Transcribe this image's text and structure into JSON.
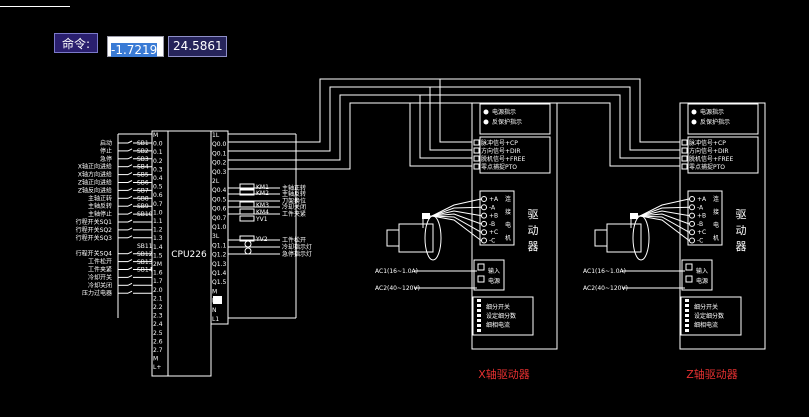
{
  "command_bar": {
    "label": "命令:",
    "x_value": "-1.7219",
    "y_value": "24.5861"
  },
  "plc": {
    "model": "CPU226",
    "left_pins": [
      "M",
      "0.0",
      "0.1",
      "0.2",
      "0.3",
      "0.4",
      "0.5",
      "0.6",
      "0.7",
      "1.0",
      "1.1",
      "1.2",
      "1.3",
      "1.4",
      "1.5",
      "2M",
      "1.6",
      "1.7",
      "2.0",
      "2.1",
      "2.2",
      "2.3",
      "2.4",
      "2.5",
      "2.6",
      "2.7",
      "M",
      "L+"
    ],
    "right_pins": [
      "1L",
      "Q0.0",
      "Q0.1",
      "Q0.2",
      "Q0.3",
      "2L",
      "Q0.4",
      "Q0.5",
      "Q0.6",
      "Q0.7",
      "Q1.0",
      "3L",
      "Q1.1",
      "Q1.2",
      "Q1.3",
      "Q1.4",
      "Q1.5",
      "M",
      "L+",
      "N",
      "L1"
    ]
  },
  "inputs": {
    "labels": [
      "启动",
      "停止",
      "急停",
      "X轴正向进给",
      "X轴方向进给",
      "Z轴正向进给",
      "Z轴反向进给",
      "主轴正转",
      "主轴反转",
      "主轴停止",
      "行程开关SQ1",
      "行程开关SQ2",
      "行程开关SQ3",
      "行程开关SQ4",
      "工件松开",
      "工件夹紧",
      "冷却开关",
      "冷却关闭",
      "压力过电器"
    ],
    "tags": [
      "SB1",
      "SB2",
      "SB3",
      "SB4",
      "SB5",
      "SB6",
      "SB7",
      "SB8",
      "SB9",
      "SB10",
      "SB11",
      "SB12",
      "SB13",
      "SB14"
    ]
  },
  "outputs": {
    "labels": [
      "主轴正转",
      "主轴反转",
      "刀架换位",
      "冷却关闭",
      "工件夹紧",
      "工件松开",
      "冷却指示灯",
      "急停指示灯"
    ],
    "tags": [
      "KM1",
      "KM2",
      "KM3",
      "KM4",
      "YV1",
      "YV2"
    ]
  },
  "drivers": [
    {
      "title": "X轴驱动器",
      "top_labels": [
        "电源指示",
        "反保护指示"
      ],
      "signals": [
        "脉冲信号+CP",
        "方向信号+DIR",
        "脱机信号+FREE",
        "零点捕捉PTO"
      ],
      "motor_terms": [
        "+A",
        "-A",
        "+B",
        "-B",
        "+C",
        "-C"
      ],
      "motor_label": [
        "连",
        "接",
        "电",
        "机"
      ],
      "side_label": [
        "驱",
        "动",
        "器"
      ],
      "ac1": "AC1(16~1.0A)",
      "ac2": "AC2(40~120V)",
      "power_label": [
        "输入",
        "电源"
      ],
      "dip_labels": [
        "细分开关",
        "设定细分数",
        "细相电流"
      ]
    },
    {
      "title": "Z轴驱动器",
      "top_labels": [
        "电源指示",
        "反保护指示"
      ],
      "signals": [
        "脉冲信号+CP",
        "方向信号+DIR",
        "脱机信号+FREE",
        "零点捕捉PTO"
      ],
      "motor_terms": [
        "+A",
        "-A",
        "+B",
        "-B",
        "+C",
        "-C"
      ],
      "motor_label": [
        "连",
        "接",
        "电",
        "机"
      ],
      "side_label": [
        "驱",
        "动",
        "器"
      ],
      "ac1": "AC1(16~1.0A)",
      "ac2": "AC2(40~120V)",
      "power_label": [
        "输入",
        "电源"
      ],
      "dip_labels": [
        "细分开关",
        "设定细分数",
        "细相电流"
      ]
    }
  ],
  "colors": {
    "background": "#000000",
    "lines": "#ffffff",
    "title_red": "#e53030",
    "command_bg": "#2a1f6e",
    "selection": "#3a7bd5"
  }
}
